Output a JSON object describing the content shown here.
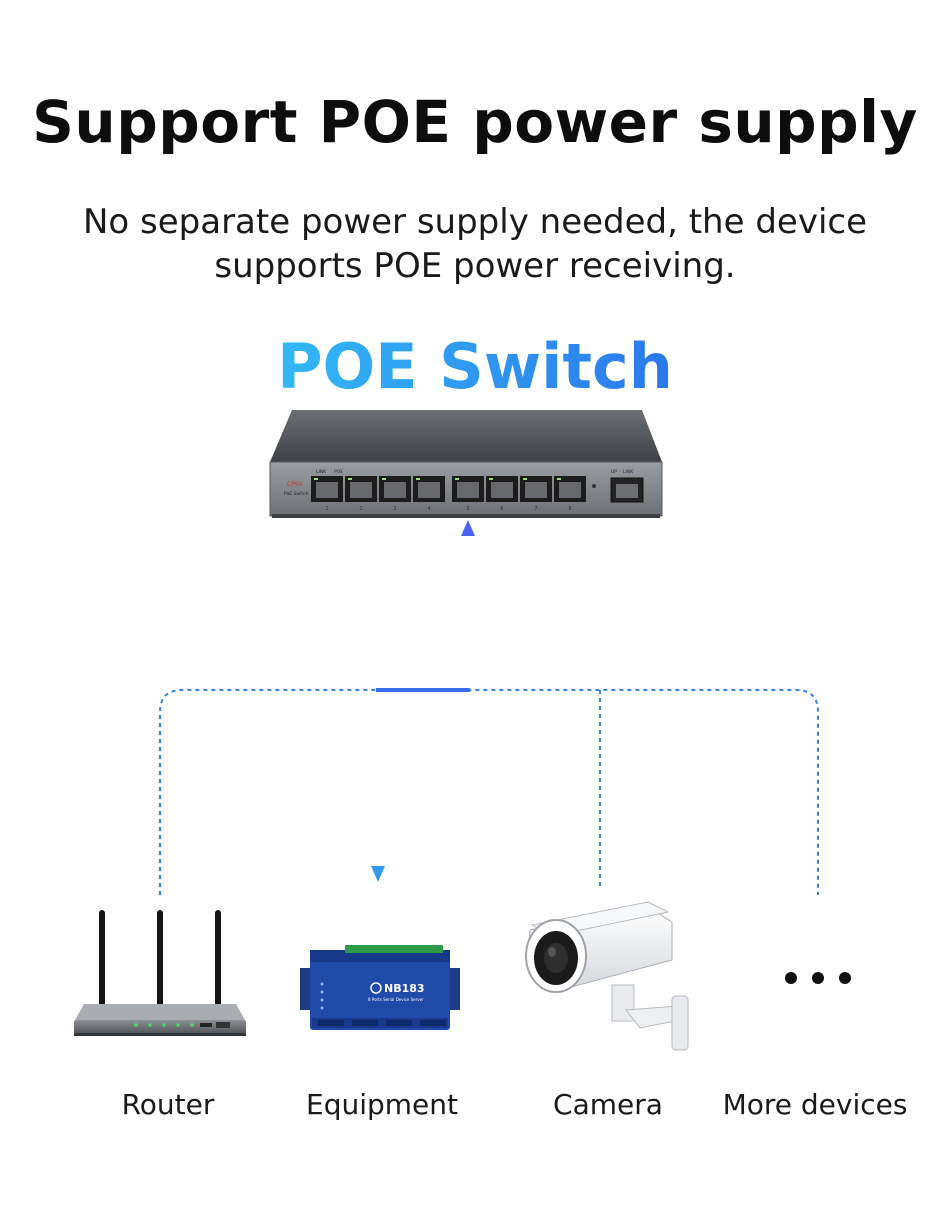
{
  "title": "Support POE power supply",
  "subtitle": "No separate power supply needed, the device supports POE power receiving.",
  "switch": {
    "heading": "POE Switch",
    "brand": "CPSV",
    "model": "PoE Switch",
    "port_group_labels": [
      "LINK",
      "POE"
    ],
    "uplink_labels": [
      "UP",
      "LINK"
    ],
    "port_numbers": [
      "1",
      "2",
      "3",
      "4",
      "5",
      "6",
      "7",
      "8"
    ]
  },
  "devices": [
    {
      "label": "Router",
      "icon": "router-icon"
    },
    {
      "label": "Equipment",
      "icon": "serial-server-icon"
    },
    {
      "label": "Camera",
      "icon": "cctv-camera-icon"
    },
    {
      "label": "More devices",
      "icon": "more-dots-icon"
    }
  ],
  "equipment_device": {
    "name": "NB183",
    "subtitle": "8 Ports Serial Device Server"
  },
  "colors": {
    "heading_gradient_start": "#33b8f5",
    "heading_gradient_end": "#2a78ea",
    "connector_solid": "#3a6ff0",
    "connector_dashed": "#3b82e6"
  }
}
